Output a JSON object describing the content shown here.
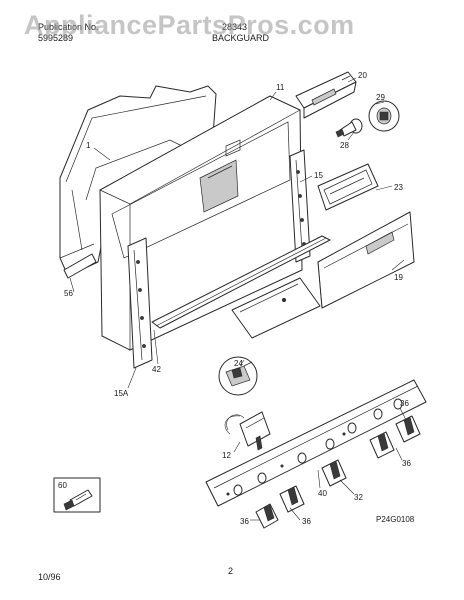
{
  "header": {
    "publication_label": "Publication No.",
    "publication_number": "5995289",
    "model": "28343",
    "section_title": "BACKGUARD"
  },
  "watermark": "AppliancePartsPros.com",
  "diagram": {
    "callouts": [
      "1",
      "11",
      "20",
      "29",
      "28",
      "15",
      "23",
      "19",
      "56",
      "42",
      "24",
      "15A",
      "36",
      "36",
      "12",
      "40",
      "32",
      "60",
      "36",
      "36"
    ],
    "drawing_code": "P24G0108"
  },
  "footer": {
    "date": "10/96",
    "page_number": "2"
  }
}
